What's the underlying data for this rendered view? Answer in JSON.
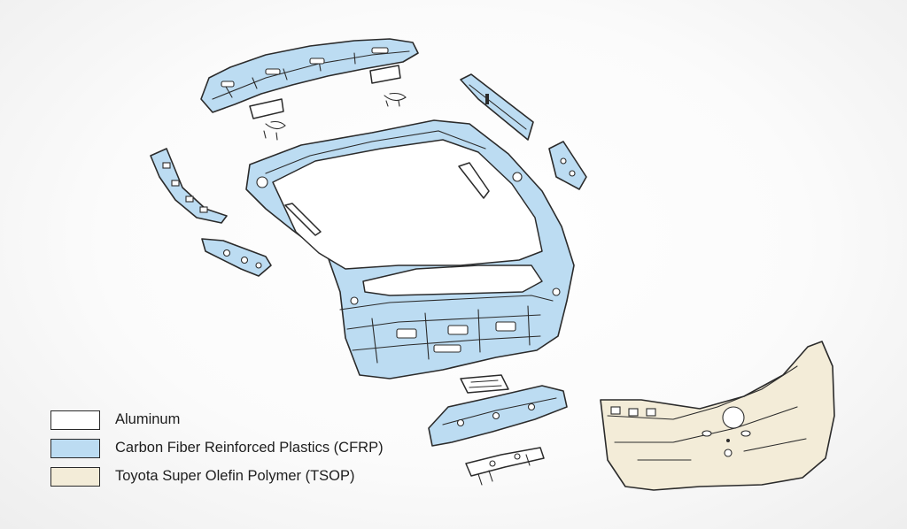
{
  "colors": {
    "aluminum": "#ffffff",
    "cfrp": "#bcdcf2",
    "tsop": "#f3ecd8",
    "outline": "#2b2b2b"
  },
  "legend": {
    "items": [
      {
        "label": "Aluminum",
        "color": "#ffffff"
      },
      {
        "label": "Carbon Fiber Reinforced Plastics (CFRP)",
        "color": "#bcdcf2"
      },
      {
        "label": "Toyota Super Olefin Polymer (TSOP)",
        "color": "#f3ecd8"
      }
    ]
  }
}
